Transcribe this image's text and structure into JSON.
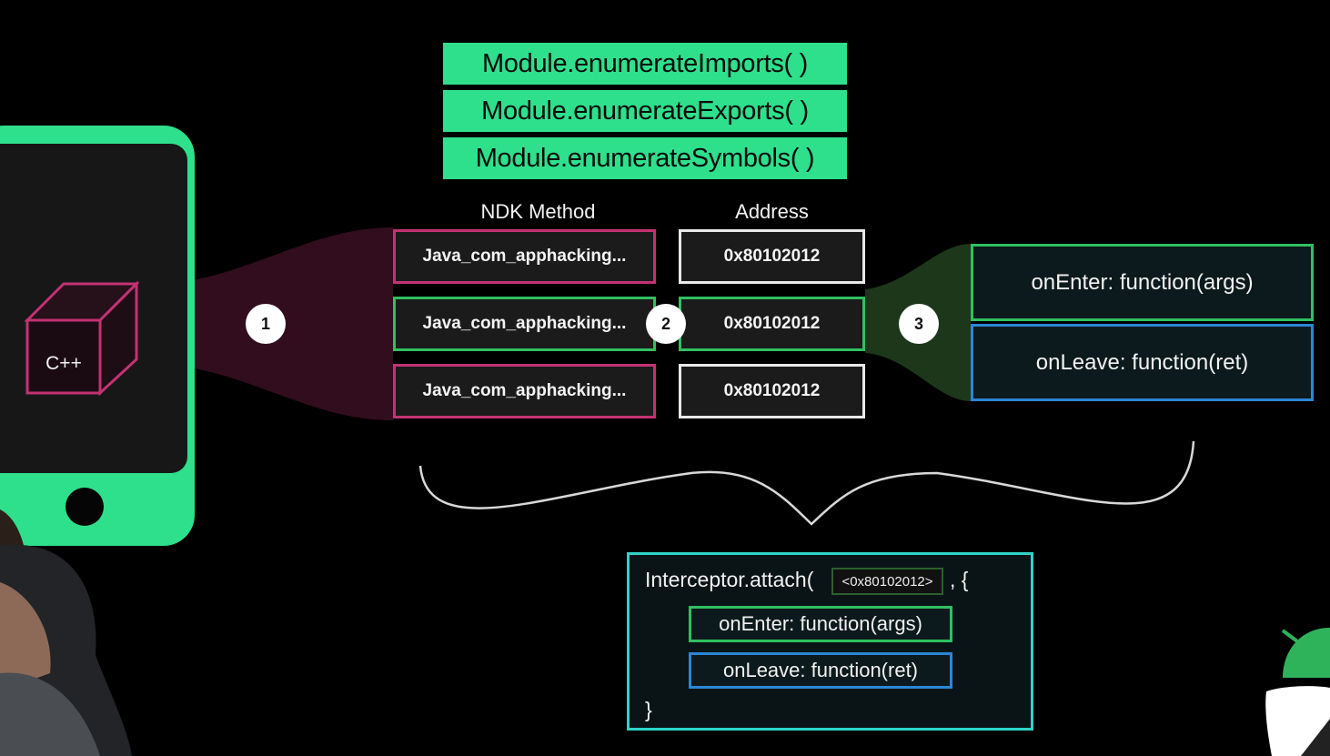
{
  "apis": [
    "Module.enumerateImports( )",
    "Module.enumerateExports( )",
    "Module.enumerateSymbols( )"
  ],
  "headers": {
    "method": "NDK Method",
    "address": "Address"
  },
  "rows": [
    {
      "method": "Java_com_apphacking...",
      "address": "0x80102012"
    },
    {
      "method": "Java_com_apphacking...",
      "address": "0x80102012"
    },
    {
      "method": "Java_com_apphacking...",
      "address": "0x80102012"
    }
  ],
  "steps": [
    "1",
    "2",
    "3"
  ],
  "phone": {
    "cube_label": "C++"
  },
  "hooks": {
    "on_enter": "onEnter: function(args)",
    "on_leave": "onLeave: function(ret)"
  },
  "code": {
    "attach_prefix": "Interceptor.attach(",
    "address": "<0x80102012>",
    "attach_suffix": ", {",
    "on_enter": "onEnter: function(args)",
    "on_leave": "onLeave: function(ret)",
    "close": "}"
  },
  "colors": {
    "accent_green": "#2ee08c",
    "method_border": "#c33273",
    "active_border": "#2fc060",
    "leave_border": "#2a86d6",
    "panel_border": "#2fd3c8"
  }
}
